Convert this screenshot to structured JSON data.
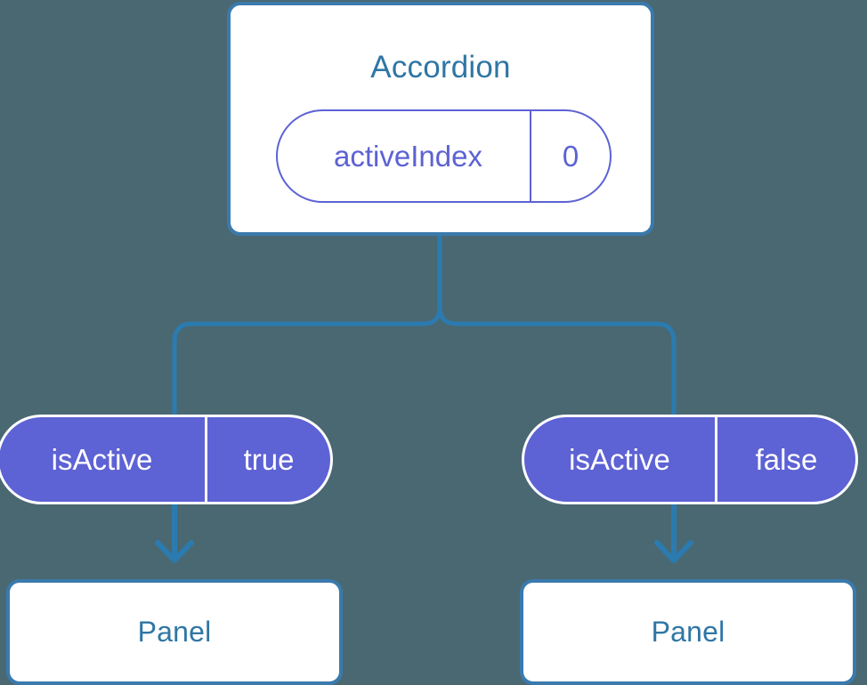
{
  "diagram": {
    "type": "component-tree",
    "background_color": "#4a6872",
    "accent_blue": "#3a7aad",
    "title_blue": "#2f76a5",
    "accent_purple": "#5d62d4",
    "connector_color": "#2b7bb0",
    "root": {
      "title": "Accordion",
      "prop": {
        "key": "activeIndex",
        "value": "0"
      }
    },
    "branches": [
      {
        "prop": {
          "key": "isActive",
          "value": "true"
        },
        "child": {
          "title": "Panel"
        }
      },
      {
        "prop": {
          "key": "isActive",
          "value": "false"
        },
        "child": {
          "title": "Panel"
        }
      }
    ]
  }
}
